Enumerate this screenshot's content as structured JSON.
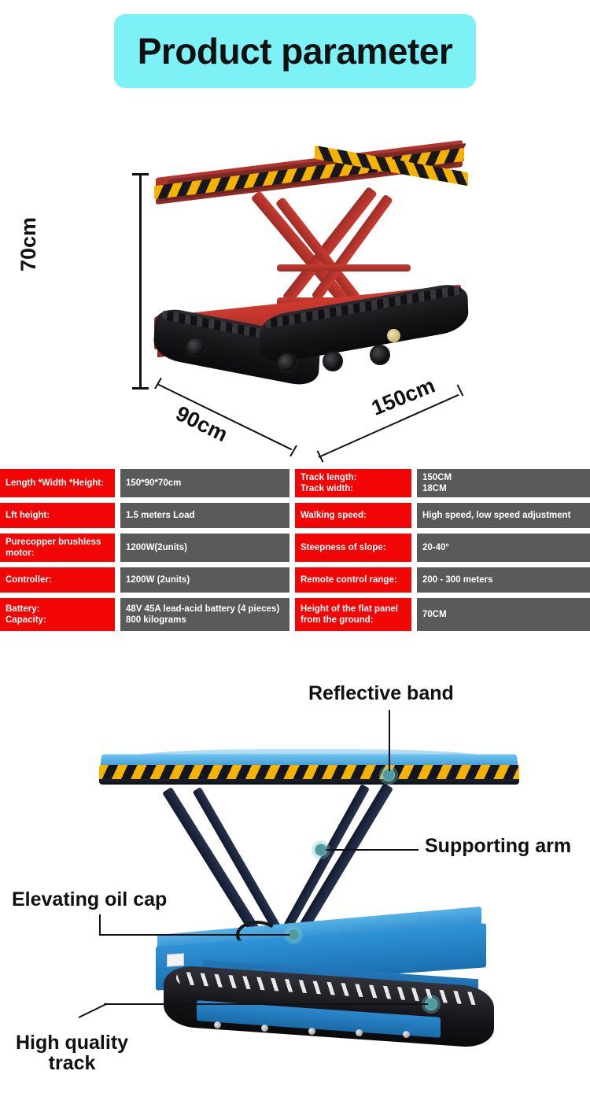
{
  "header": {
    "title": "Product parameter",
    "banner_color": "#7cf2f7"
  },
  "hero": {
    "alt": "red tracked scissor lift platform",
    "dimensions": {
      "height": "70cm",
      "width": "90cm",
      "length": "150cm"
    }
  },
  "spec_table": {
    "label_color": "#f20505",
    "value_color": "#5a5a5a",
    "rows": [
      {
        "left": {
          "label": "Length *Width *Height:",
          "value": "150*90*70cm"
        },
        "right": {
          "label": "Track length:\nTrack width:",
          "value": "150CM\n18CM"
        }
      },
      {
        "left": {
          "label": "Lft height:",
          "value": "1.5 meters Load"
        },
        "right": {
          "label": "Walking speed:",
          "value": "High speed, low speed adjustment"
        }
      },
      {
        "left": {
          "label": "Purecopper brushless\nmotor:",
          "value": "1200W(2units)"
        },
        "right": {
          "label": "Steepness of slope:",
          "value": "20-40°"
        }
      },
      {
        "left": {
          "label": "Controller:",
          "value": "1200W (2units)"
        },
        "right": {
          "label": "Remote control range:",
          "value": "200 - 300 meters"
        }
      },
      {
        "left": {
          "label": "Battery:\nCapacity:",
          "value": "48V 45A lead-acid battery (4 pieces)\n800 kilograms"
        },
        "right": {
          "label": "Height of the flat panel\nfrom the ground:",
          "value": "70CM"
        }
      }
    ]
  },
  "callouts": {
    "alt": "blue tracked scissor lift with labelled parts",
    "items": [
      {
        "label": "Reflective band"
      },
      {
        "label": "Supporting arm"
      },
      {
        "label": "Elevating oil cap"
      },
      {
        "label": "High quality\ntrack"
      }
    ]
  }
}
